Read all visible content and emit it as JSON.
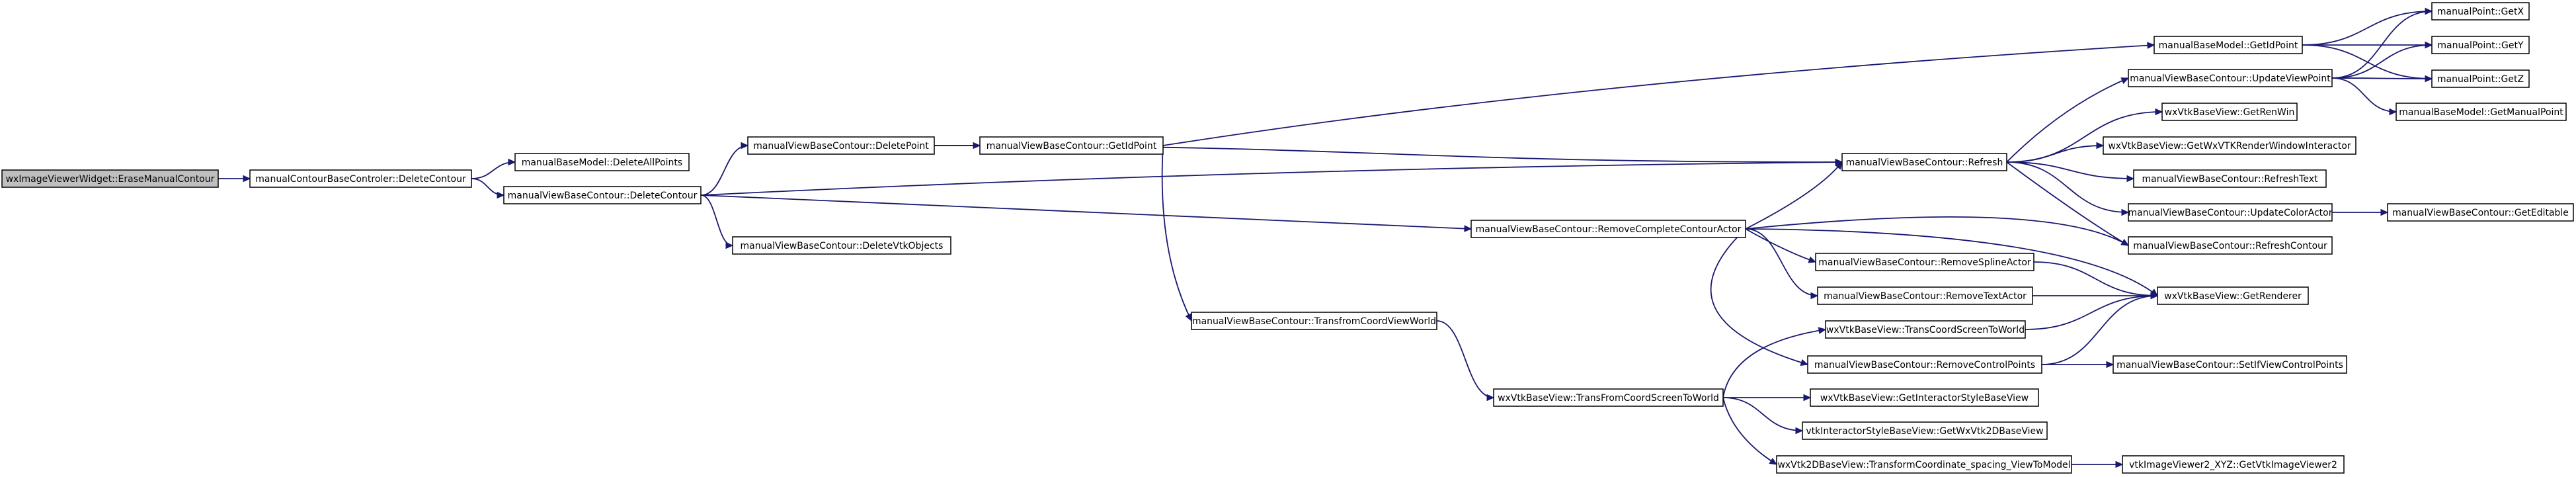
{
  "graph": {
    "title": "",
    "colors": {
      "node_fill": "#ffffff",
      "root_fill": "#bfbfbf",
      "node_border": "#000000",
      "edge": "#191970"
    },
    "nodes": [
      {
        "id": "root",
        "label": "wxImageViewerWidget::EraseManualContour",
        "is_root": true
      },
      {
        "id": "n1",
        "label": "manualContourBaseControler::DeleteContour"
      },
      {
        "id": "n2",
        "label": "manualBaseModel::DeleteAllPoints"
      },
      {
        "id": "n3",
        "label": "manualViewBaseContour::DeleteContour"
      },
      {
        "id": "n4",
        "label": "manualViewBaseContour::DeletePoint"
      },
      {
        "id": "n5",
        "label": "manualViewBaseContour::DeleteVtkObjects"
      },
      {
        "id": "n6",
        "label": "manualViewBaseContour::Refresh"
      },
      {
        "id": "n7",
        "label": "manualViewBaseContour::RemoveCompleteContourActor"
      },
      {
        "id": "n8",
        "label": "manualViewBaseContour::GetIdPoint"
      },
      {
        "id": "n9",
        "label": "manualViewBaseContour::TransfromCoordViewWorld"
      },
      {
        "id": "n10",
        "label": "manualBaseModel::GetIdPoint"
      },
      {
        "id": "n11",
        "label": "manualPoint::GetX"
      },
      {
        "id": "n12",
        "label": "manualPoint::GetY"
      },
      {
        "id": "n13",
        "label": "manualPoint::GetZ"
      },
      {
        "id": "n14",
        "label": "manualViewBaseContour::UpdateViewPoint"
      },
      {
        "id": "n15",
        "label": "manualBaseModel::GetManualPoint"
      },
      {
        "id": "n16",
        "label": "wxVtkBaseView::GetRenWin"
      },
      {
        "id": "n17",
        "label": "wxVtkBaseView::GetWxVTKRenderWindowInteractor"
      },
      {
        "id": "n18",
        "label": "manualViewBaseContour::RefreshText"
      },
      {
        "id": "n19",
        "label": "manualViewBaseContour::UpdateColorActor"
      },
      {
        "id": "n20",
        "label": "manualViewBaseContour::GetEditable"
      },
      {
        "id": "n21",
        "label": "manualViewBaseContour::RefreshContour"
      },
      {
        "id": "n22",
        "label": "manualViewBaseContour::RemoveSplineActor"
      },
      {
        "id": "n23",
        "label": "manualViewBaseContour::RemoveTextActor"
      },
      {
        "id": "n24",
        "label": "wxVtkBaseView::GetRenderer"
      },
      {
        "id": "n25",
        "label": "manualViewBaseContour::RemoveControlPoints"
      },
      {
        "id": "n26",
        "label": "wxVtkBaseView::TransCoordScreenToWorld"
      },
      {
        "id": "n27",
        "label": "manualViewBaseContour::SetIfViewControlPoints"
      },
      {
        "id": "n28",
        "label": "wxVtkBaseView::TransFromCoordScreenToWorld"
      },
      {
        "id": "n29",
        "label": "wxVtkBaseView::GetInteractorStyleBaseView"
      },
      {
        "id": "n30",
        "label": "vtkInteractorStyleBaseView::GetWxVtk2DBaseView"
      },
      {
        "id": "n31",
        "label": "wxVtk2DBaseView::TransformCoordinate_spacing_ViewToModel"
      },
      {
        "id": "n32",
        "label": "vtkImageViewer2_XYZ::GetVtkImageViewer2"
      }
    ],
    "edges": [
      {
        "from": "root",
        "to": "n1"
      },
      {
        "from": "n1",
        "to": "n2"
      },
      {
        "from": "n1",
        "to": "n3"
      },
      {
        "from": "n3",
        "to": "n4"
      },
      {
        "from": "n3",
        "to": "n5"
      },
      {
        "from": "n3",
        "to": "n6"
      },
      {
        "from": "n3",
        "to": "n7"
      },
      {
        "from": "n4",
        "to": "n8"
      },
      {
        "from": "n4",
        "to": "n6"
      },
      {
        "from": "n8",
        "to": "n10"
      },
      {
        "from": "n8",
        "to": "n9"
      },
      {
        "from": "n10",
        "to": "n11"
      },
      {
        "from": "n10",
        "to": "n12"
      },
      {
        "from": "n10",
        "to": "n13"
      },
      {
        "from": "n6",
        "to": "n14"
      },
      {
        "from": "n6",
        "to": "n16"
      },
      {
        "from": "n6",
        "to": "n17"
      },
      {
        "from": "n6",
        "to": "n18"
      },
      {
        "from": "n6",
        "to": "n19"
      },
      {
        "from": "n6",
        "to": "n21"
      },
      {
        "from": "n14",
        "to": "n11"
      },
      {
        "from": "n14",
        "to": "n12"
      },
      {
        "from": "n14",
        "to": "n13"
      },
      {
        "from": "n14",
        "to": "n15"
      },
      {
        "from": "n19",
        "to": "n20"
      },
      {
        "from": "n7",
        "to": "n6"
      },
      {
        "from": "n7",
        "to": "n21"
      },
      {
        "from": "n7",
        "to": "n22"
      },
      {
        "from": "n7",
        "to": "n23"
      },
      {
        "from": "n7",
        "to": "n24"
      },
      {
        "from": "n7",
        "to": "n25"
      },
      {
        "from": "n22",
        "to": "n24"
      },
      {
        "from": "n23",
        "to": "n24"
      },
      {
        "from": "n25",
        "to": "n24"
      },
      {
        "from": "n25",
        "to": "n27"
      },
      {
        "from": "n9",
        "to": "n28"
      },
      {
        "from": "n28",
        "to": "n26"
      },
      {
        "from": "n28",
        "to": "n29"
      },
      {
        "from": "n28",
        "to": "n30"
      },
      {
        "from": "n28",
        "to": "n31"
      },
      {
        "from": "n26",
        "to": "n24"
      },
      {
        "from": "n31",
        "to": "n32"
      }
    ]
  }
}
